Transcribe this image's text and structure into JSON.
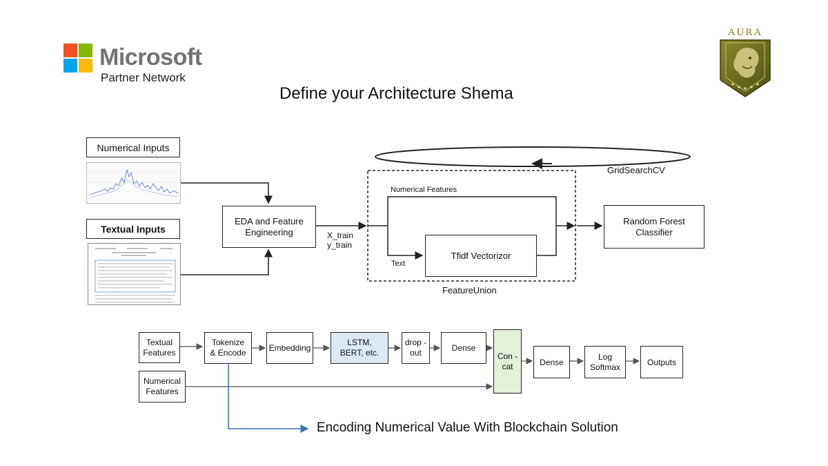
{
  "header": {
    "brand_name": "Microsoft",
    "brand_sub": "Partner Network",
    "badge_text": "AURA",
    "title": "Define your Architecture Shema",
    "brand_colors": [
      "#f25022",
      "#7fba00",
      "#00a4ef",
      "#ffb900"
    ],
    "badge_color": "#6b6b1e"
  },
  "top_diagram": {
    "numerical_inputs": "Numerical Inputs",
    "textual_inputs": "Textual Inputs",
    "eda": "EDA and Feature Engineering",
    "x_train": "X_train",
    "y_train": "y_train",
    "numerical_features": "Numerical Features",
    "text": "Text",
    "tfidf": "Tfidf Vectorizor",
    "feature_union": "FeatureUnion",
    "grid_search": "GridSearchCV",
    "random_forest": "Random Forest Classifier"
  },
  "bottom_diagram": {
    "textual_features": "Textual Features",
    "numerical_features": "Numerical Features",
    "tokenize": "Tokenize & Encode",
    "embedding": "Embedding",
    "lstm": "LSTM, BERT, etc.",
    "dropout": "drop -out",
    "dense1": "Dense",
    "concat": "Con -cat",
    "dense2": "Dense",
    "log_softmax": "Log Softmax",
    "outputs": "Outputs",
    "highlight_blue": "#dce9f5",
    "highlight_green": "#e3f1d8"
  },
  "annotation": {
    "text": "Encoding Numerical Value With Blockchain Solution",
    "arrow_color": "#3a6fc4"
  }
}
